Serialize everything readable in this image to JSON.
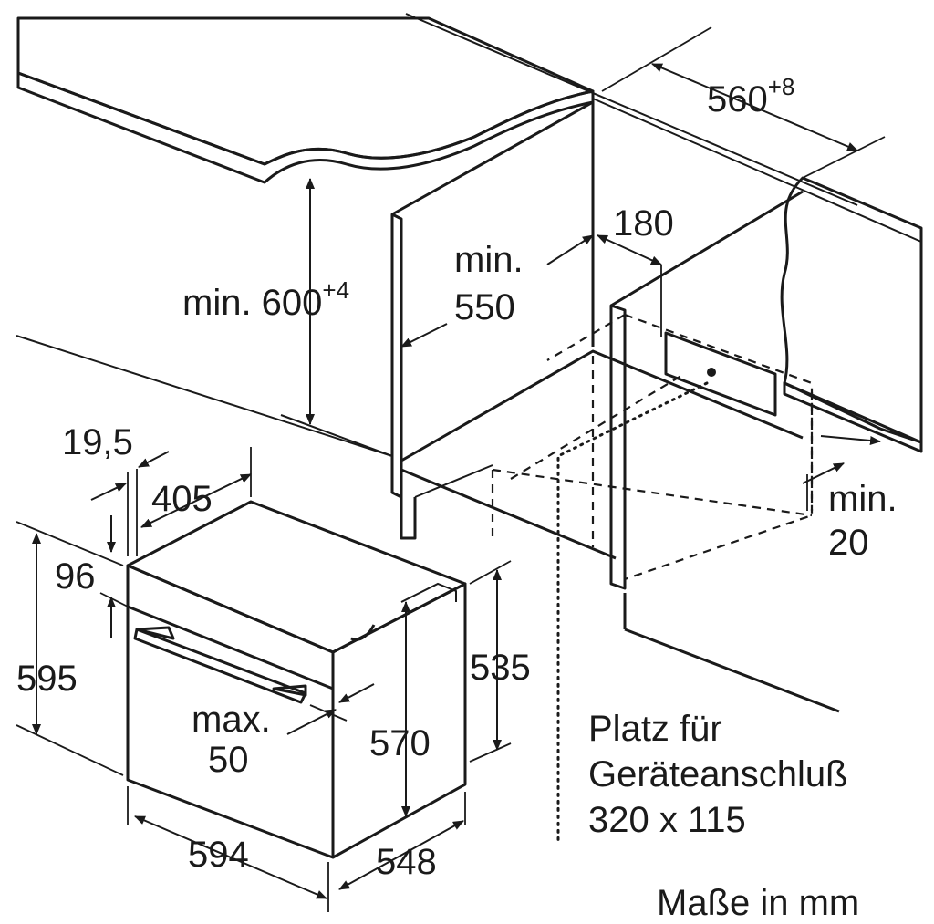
{
  "labels": {
    "width_niche": "560",
    "width_niche_tol": "+8",
    "height_min_prefix": "min. 600",
    "height_min_tol": "+4",
    "depth_min_line1": "min.",
    "depth_min_line2": "550",
    "cutout_180": "180",
    "gap_min_line1": "min.",
    "gap_min_line2": "20",
    "front_19_5": "19,5",
    "depth_405": "405",
    "panel_96": "96",
    "height_595": "595",
    "height_535": "535",
    "height_570": "570",
    "handle_max_line1": "max.",
    "handle_max_line2": "50",
    "width_594": "594",
    "depth_548": "548",
    "connection_line1": "Platz für",
    "connection_line2": "Geräteanschluß",
    "connection_line3": "320 x 115",
    "units_note": "Maße in mm"
  },
  "colors": {
    "line": "#1a1a1a",
    "worktop_fill": "#e6e6e6",
    "worktop_edge": "#bdbdbd",
    "background": "#ffffff"
  }
}
